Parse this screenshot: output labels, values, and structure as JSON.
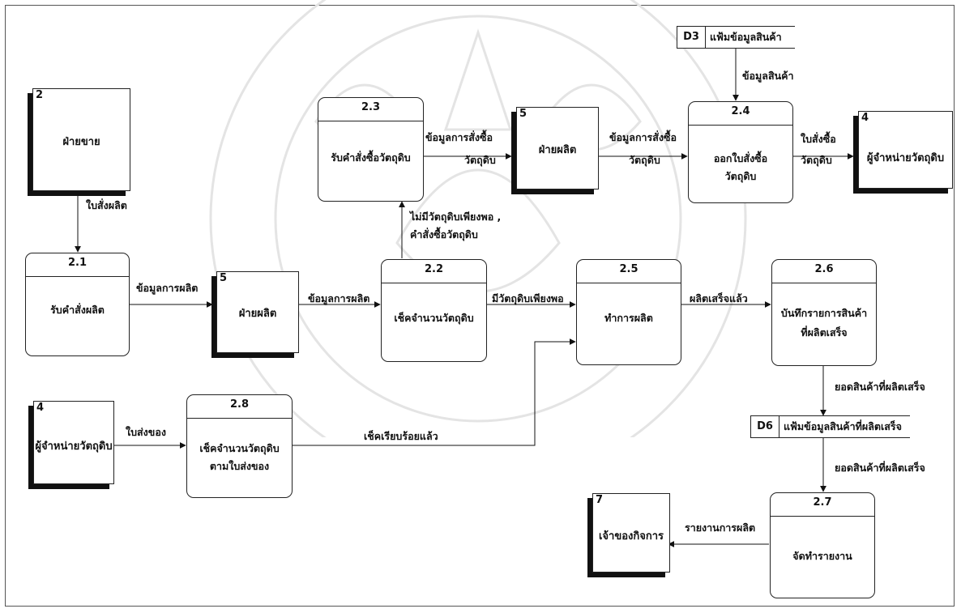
{
  "entities": {
    "sales": {
      "num": "2",
      "label": "ฝ่ายขาย"
    },
    "prod_top": {
      "num": "5",
      "label": "ฝ่ายผลิต"
    },
    "prod_mid": {
      "num": "5",
      "label": "ฝ่ายผลิต"
    },
    "supp_right": {
      "num": "4",
      "label": "ผู้จำหน่ายวัตถุดิบ"
    },
    "supp_left": {
      "num": "4",
      "label": "ผู้จำหน่ายวัตถุดิบ"
    },
    "owner": {
      "num": "7",
      "label": "เจ้าของกิจการ"
    }
  },
  "processes": {
    "p21": {
      "id": "2.1",
      "name": [
        "รับคำสั่งผลิต"
      ]
    },
    "p22": {
      "id": "2.2",
      "name": [
        "เช็คจำนวนวัตถุดิบ"
      ]
    },
    "p23": {
      "id": "2.3",
      "name": [
        "รับคำสั่งซื้อวัตถุดิบ"
      ]
    },
    "p24": {
      "id": "2.4",
      "name": [
        "ออกใบสั่งซื้อ",
        "วัตถุดิบ"
      ]
    },
    "p25": {
      "id": "2.5",
      "name": [
        "ทำการผลิต"
      ]
    },
    "p26": {
      "id": "2.6",
      "name": [
        "บันทึกรายการสินค้า",
        "ที่ผลิตเสร็จ"
      ]
    },
    "p27": {
      "id": "2.7",
      "name": [
        "จัดทำรายงาน"
      ]
    },
    "p28": {
      "id": "2.8",
      "name": [
        "เช็คจำนวนวัตถุดิบ",
        "ตามใบส่งของ"
      ]
    }
  },
  "stores": {
    "d3": {
      "id": "D3",
      "name": "แฟ้มข้อมูลสินค้า"
    },
    "d6": {
      "id": "D6",
      "name": "แฟ้มข้อมูลสินค้าที่ผลิตเสร็จ"
    }
  },
  "flows": {
    "f_sales_21": [
      "ใบสั่งผลิต"
    ],
    "f_21_prod": [
      "ข้อมูลการผลิต"
    ],
    "f_prod_22": [
      "ข้อมูลการผลิต"
    ],
    "f_22_23": [
      "ไม่มีวัตถุดิบเพียงพอ ,",
      "คำสั่งซื้อวัตถุดิบ"
    ],
    "f_23_prod": [
      "ข้อมูลการสั่งซื้อ",
      "วัตถุดิบ"
    ],
    "f_prod_24": [
      "ข้อมูลการสั่งซื้อ",
      "วัตถุดิบ"
    ],
    "f_d3_24": [
      "ข้อมูลสินค้า"
    ],
    "f_24_supp": [
      "ใบสั่งซื้อ",
      "วัตถุดิบ"
    ],
    "f_22_25": [
      "มีวัตถุดิบเพียงพอ"
    ],
    "f_25_26": [
      "ผลิตเสร็จแล้ว"
    ],
    "f_26_d6": [
      "ยอดสินค้าที่ผลิตเสร็จ"
    ],
    "f_d6_27": [
      "ยอดสินค้าที่ผลิตเสร็จ"
    ],
    "f_27_owner": [
      "รายงานการผลิต"
    ],
    "f_supp_28": [
      "ใบส่งของ"
    ],
    "f_28_25": [
      "เช็คเรียบร้อยแล้ว"
    ]
  }
}
